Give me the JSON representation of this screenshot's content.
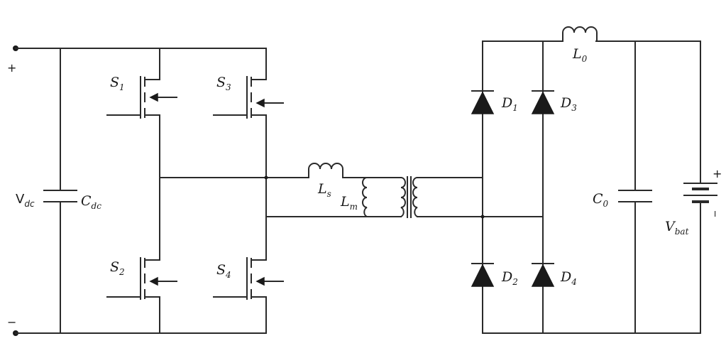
{
  "labels": {
    "s1": {
      "main": "S",
      "sub": "1"
    },
    "s2": {
      "main": "S",
      "sub": "2"
    },
    "s3": {
      "main": "S",
      "sub": "3"
    },
    "s4": {
      "main": "S",
      "sub": "4"
    },
    "d1": {
      "main": "D",
      "sub": "1"
    },
    "d2": {
      "main": "D",
      "sub": "2"
    },
    "d3": {
      "main": "D",
      "sub": "3"
    },
    "d4": {
      "main": "D",
      "sub": "4"
    },
    "vdc": {
      "main": "V",
      "sub": "dc"
    },
    "cdc": {
      "main": "C",
      "sub": "dc"
    },
    "ls": {
      "main": "L",
      "sub": "s"
    },
    "lm": {
      "main": "L",
      "sub": "m"
    },
    "lo": {
      "main": "L",
      "sub": "0"
    },
    "co": {
      "main": "C",
      "sub": "0"
    },
    "vbat": {
      "main": "V",
      "sub": "bat"
    }
  },
  "signs": {
    "input_plus": "+",
    "input_minus": "−",
    "battery_plus": "+",
    "battery_minus": "I"
  }
}
